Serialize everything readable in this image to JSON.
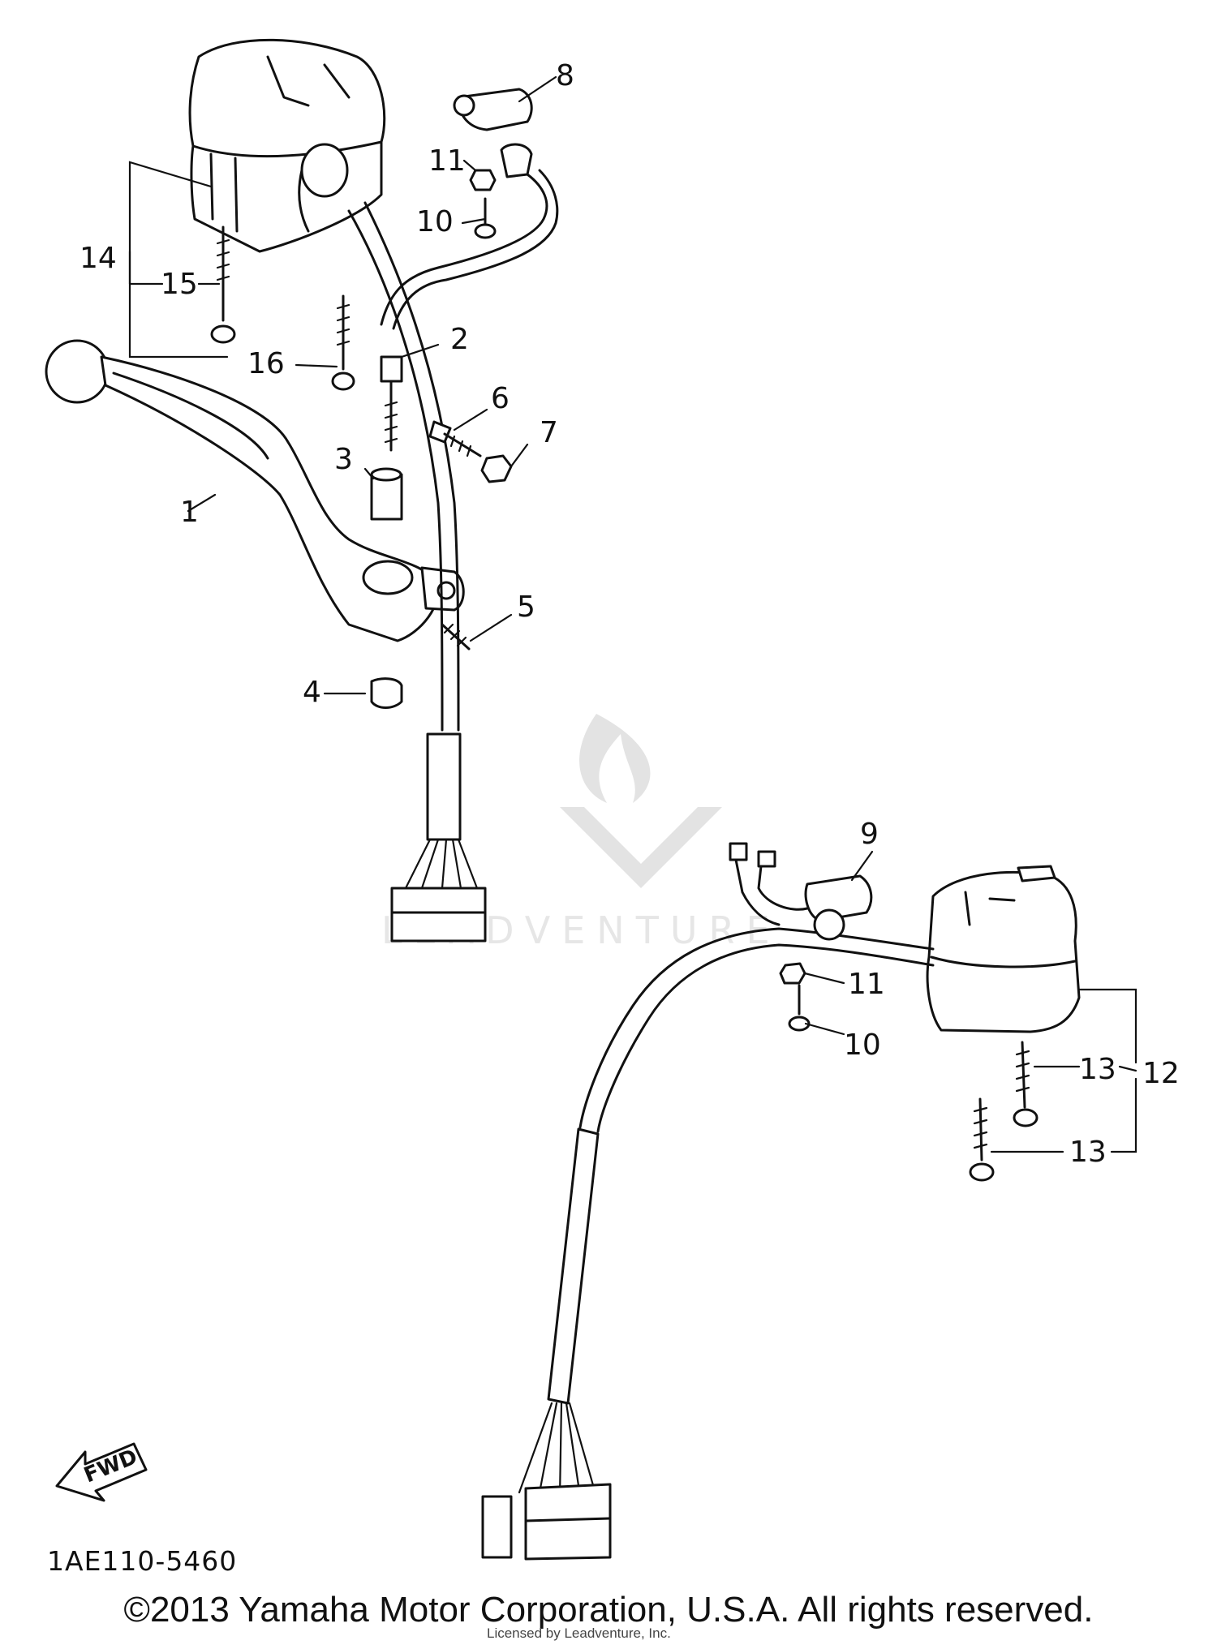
{
  "diagram": {
    "callouts": [
      "1",
      "2",
      "3",
      "4",
      "5",
      "6",
      "7",
      "8",
      "9",
      "10",
      "11",
      "12",
      "13",
      "13",
      "14",
      "15",
      "16",
      "10",
      "11"
    ],
    "fwd_label": "FWD",
    "watermark_text": "LEADVENTURE",
    "code": "1AE110-5460",
    "copyright": "©2013 Yamaha Motor Corporation, U.S.A. All rights reserved.",
    "licensed": "Licensed by Leadventure, Inc."
  }
}
